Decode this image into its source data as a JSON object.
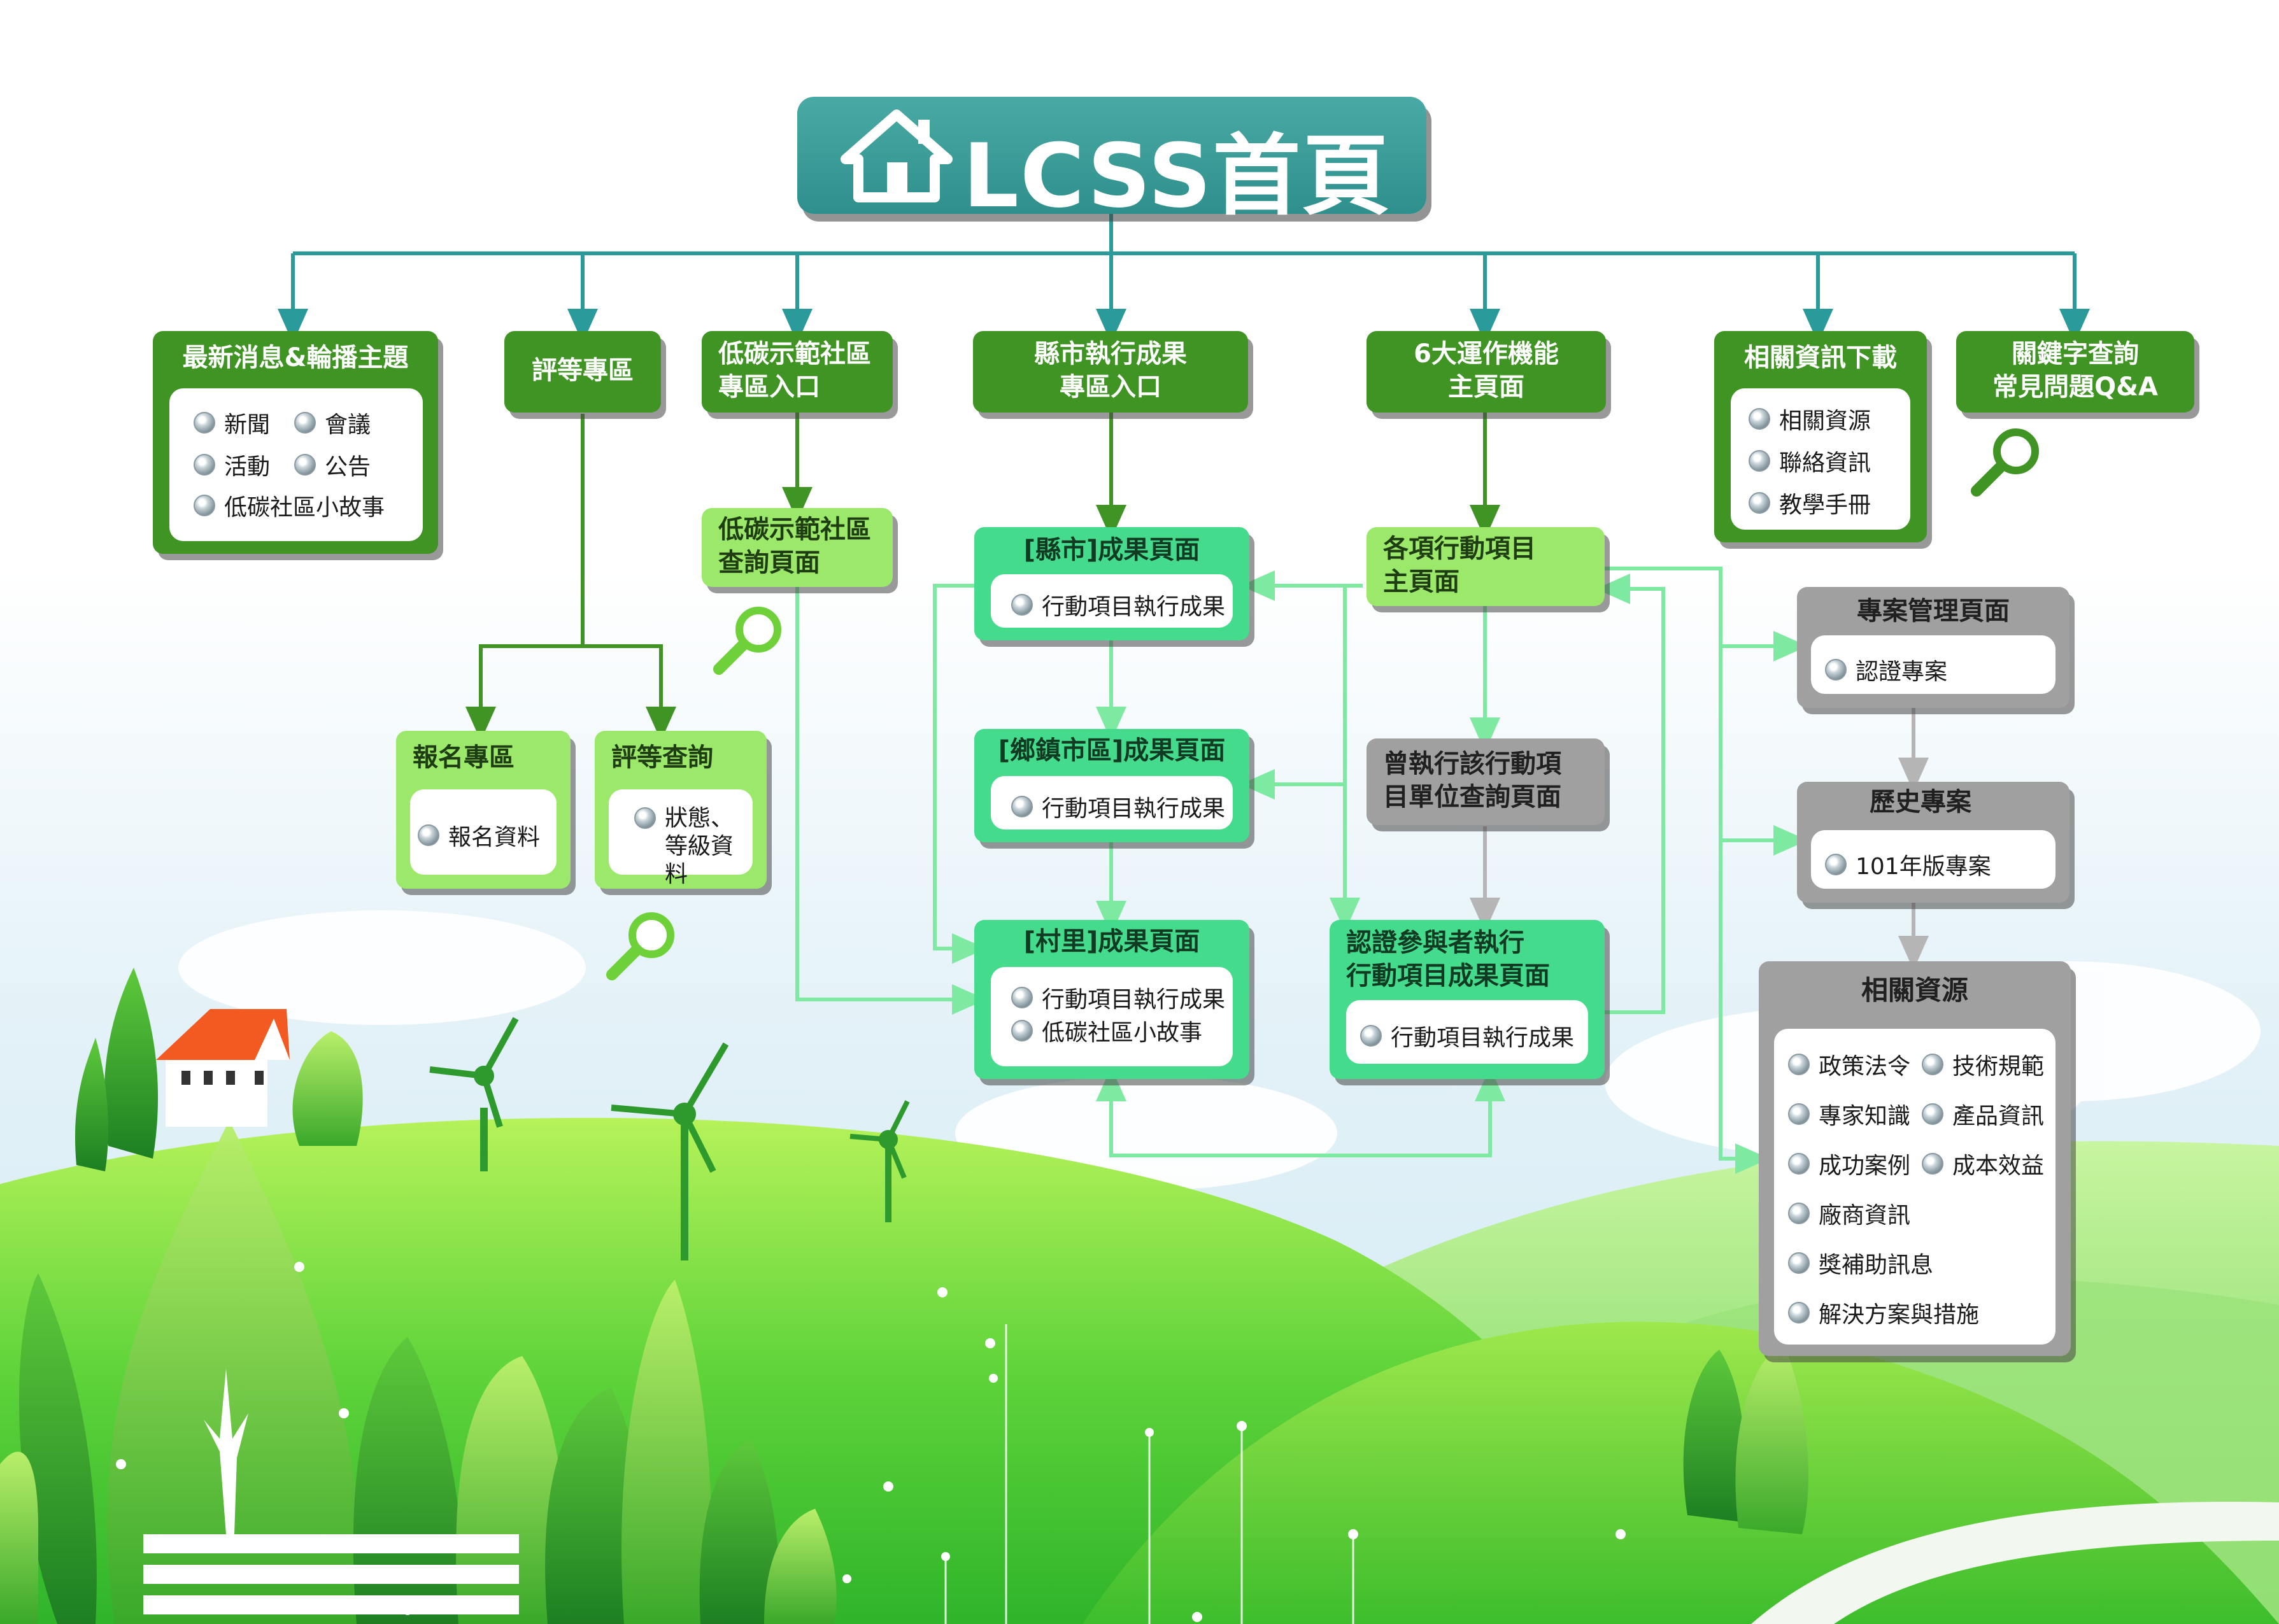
{
  "title": "LCSS首頁",
  "icons": [
    "home-icon",
    "magnifier-icon",
    "bullet-icon"
  ],
  "colors": {
    "teal": "#3a9c98",
    "dark_green": "#3f9423",
    "light_green": "#9be86a",
    "mint": "#44dc8c",
    "grey": "#a0a0a0",
    "connector": "#2a9a9a",
    "arrow_light": "#7eeea0"
  },
  "nodes": {
    "news": {
      "title": "最新消息&輪播主題",
      "items": [
        "新聞",
        "會議",
        "活動",
        "公告",
        "低碳社區小故事"
      ]
    },
    "rating": {
      "title": "評等專區"
    },
    "lowcarbon_entry": {
      "title": "低碳示範社區\n專區入口"
    },
    "county_entry": {
      "title": "縣市執行成果\n專區入口"
    },
    "six_ops": {
      "title": "6大運作機能\n主頁面"
    },
    "downloads": {
      "title": "相關資訊下載",
      "items": [
        "相關資源",
        "聯絡資訊",
        "教學手冊"
      ]
    },
    "keyword": {
      "title": "關鍵字查詢\n常見問題Q&A"
    },
    "register": {
      "title": "報名專區",
      "items": [
        "報名資料"
      ]
    },
    "rating_query": {
      "title": "評等查詢",
      "items": [
        "狀態、\n等級資料"
      ]
    },
    "lowcarbon_query": {
      "title": "低碳示範社區\n查詢頁面"
    },
    "county_result": {
      "title": "[縣市]成果頁面",
      "items": [
        "行動項目執行成果"
      ]
    },
    "township_result": {
      "title": "[鄉鎮市區]成果頁面",
      "items": [
        "行動項目執行成果"
      ]
    },
    "village_result": {
      "title": "[村里]成果頁面",
      "items": [
        "行動項目執行成果",
        "低碳社區小故事"
      ]
    },
    "action_main": {
      "title": "各項行動項目\n主頁面"
    },
    "executed_query": {
      "title": "曾執行該行動項\n目單位查詢頁面"
    },
    "certified_result": {
      "title": "認證參與者執行\n行動項目成果頁面",
      "items": [
        "行動項目執行成果"
      ]
    },
    "project_mgmt": {
      "title": "專案管理頁面",
      "items": [
        "認證專案"
      ]
    },
    "history": {
      "title": "歷史專案",
      "items": [
        "101年版專案"
      ]
    },
    "resources": {
      "title": "相關資源",
      "items": [
        "政策法令",
        "技術規範",
        "專家知識",
        "產品資訊",
        "成功案例",
        "成本效益",
        "廠商資訊",
        "獎補助訊息",
        "解決方案與措施"
      ]
    }
  }
}
